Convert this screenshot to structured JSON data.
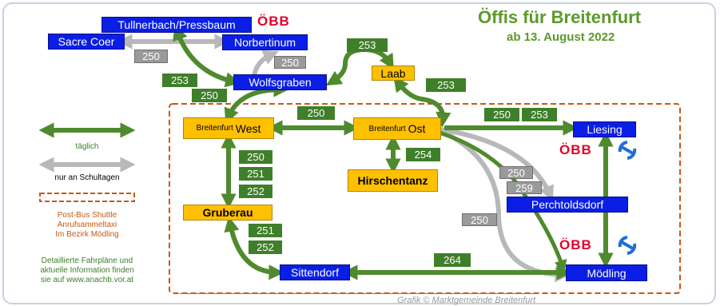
{
  "title": {
    "line1": "Öffis für Breitenfurt",
    "line2": "ab 13. August 2022"
  },
  "colors": {
    "daily_line": "#4f8a2e",
    "school_line": "#b8b8b8",
    "stop_blue": "#0a1ee6",
    "stop_yellow": "#ffc000",
    "zone_border": "#c55a11",
    "title_green": "#5a9a2a",
    "obb_red": "#e2002a",
    "sbahn_blue": "#1e6fd9"
  },
  "stops": {
    "tullnerbach": "Tullnerbach/Pressbaum",
    "sacre_coer": "Sacre Coer",
    "norbertinum": "Norbertinum",
    "wolfsgraben": "Wolfsgraben",
    "laab": "Laab",
    "breitenfurt_west_prefix": "Breitenfurt",
    "breitenfurt_west_name": "West",
    "breitenfurt_ost_prefix": "Breitenfurt",
    "breitenfurt_ost_name": "Ost",
    "liesing": "Liesing",
    "hirschentanz": "Hirschentanz",
    "perchtoldsdorf": "Perchtoldsdorf",
    "gruberau": "Gruberau",
    "sittendorf": "Sittendorf",
    "moedling": "Mödling"
  },
  "routes": {
    "r250_sacre_norb": "250",
    "r250_norb_wolf": "250",
    "r253_tull_wolf": "253",
    "r250_wolf_west": "250",
    "r253_wolf_laab": "253",
    "r253_laab_ost": "253",
    "r250_west_ost": "250",
    "r250_ost_liesing": "250",
    "r253_ost_liesing": "253",
    "r254": "254",
    "r250_perch": "250",
    "r259_perch": "259",
    "r250_moedling": "250",
    "r250_west_gruberau": "250",
    "r251_west_gruberau": "251",
    "r252_west_gruberau": "252",
    "r251_gruberau_sitt": "251",
    "r252_gruberau_sitt": "252",
    "r264": "264"
  },
  "badges": {
    "obb_text": "ÖBB",
    "sbahn_icon": "s-bahn-icon"
  },
  "legend": {
    "daily": "täglich",
    "school": "nur an Schultagen",
    "shuttle_line1": "Post-Bus Shuttle",
    "shuttle_line2": "Anrufsammeltaxi",
    "shuttle_line3": "Im Bezirk Mödling",
    "info_line1": "Detaillierte Fahrpläne und",
    "info_line2": "aktuelle Information finden",
    "info_line3": "sie auf www.anachb.vor.at"
  },
  "footer": "Grafik © Marktgemeinde Breitenfurt"
}
